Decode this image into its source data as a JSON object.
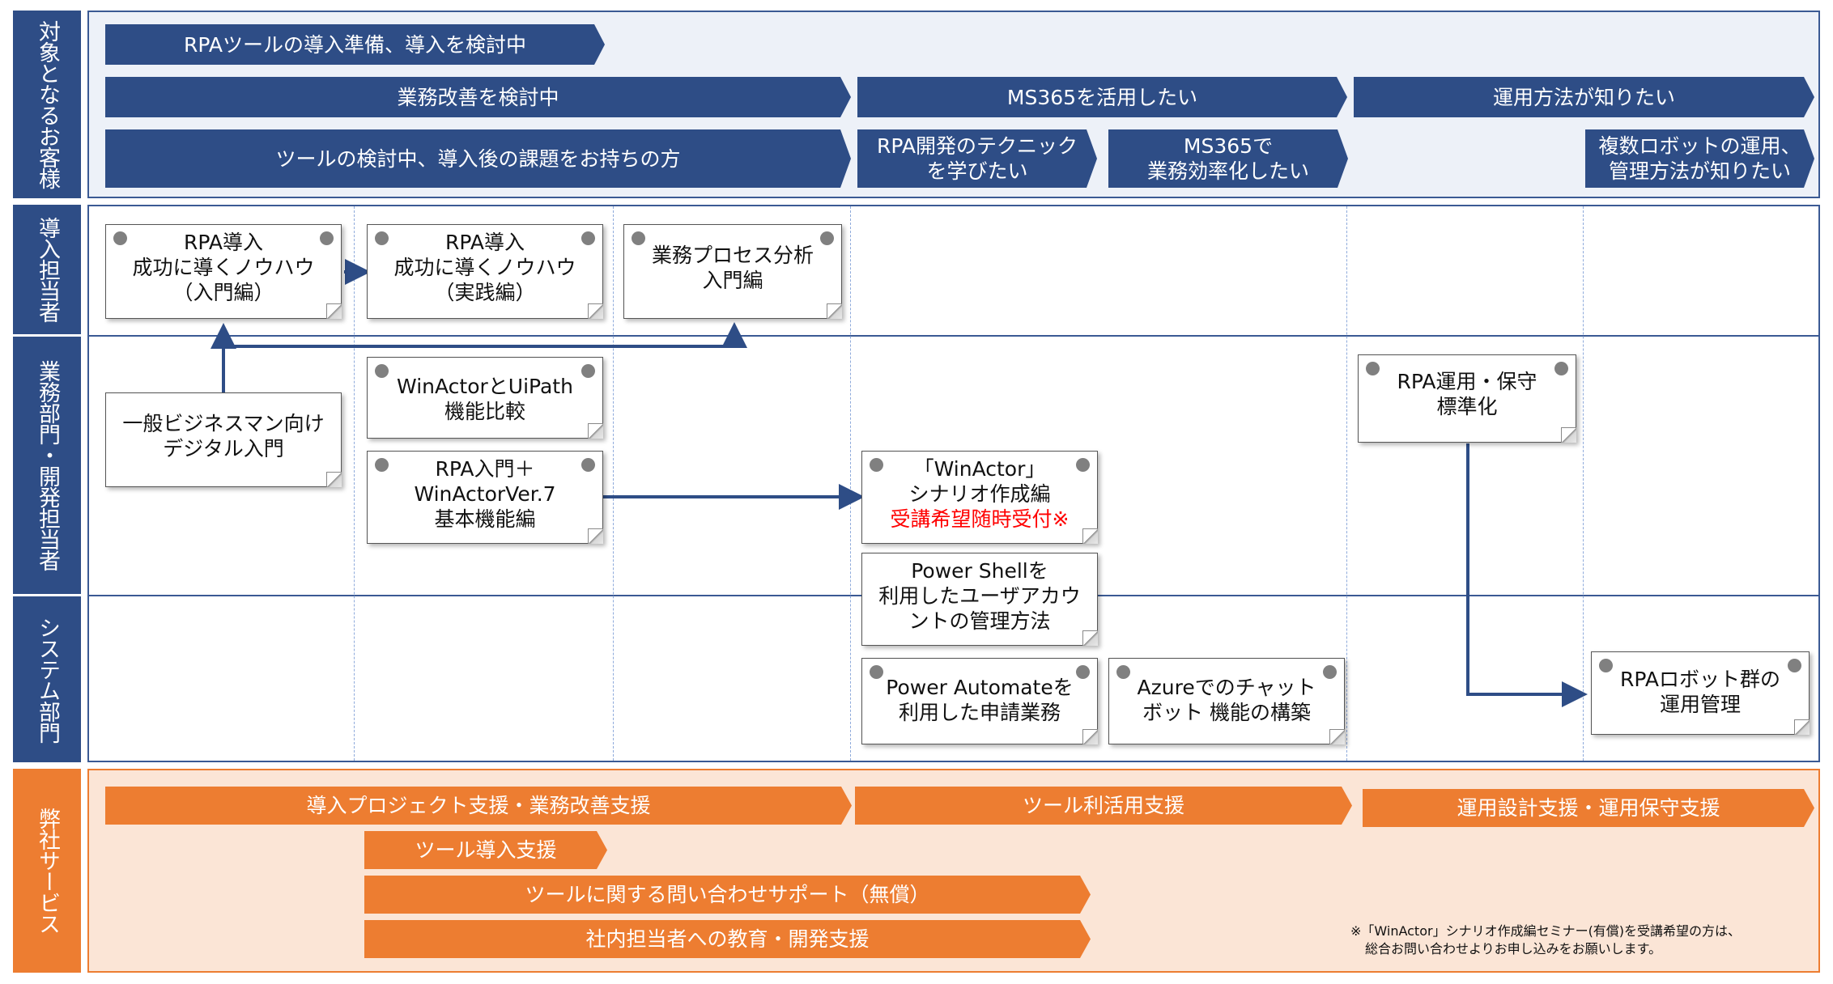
{
  "rows": {
    "target": "対象となるお客様",
    "intro": "導入担当者",
    "business": "業務部門・開発担当者",
    "system": "システム部門",
    "service": "弊社サービス"
  },
  "target_arrows": {
    "a1": "RPAツールの導入準備、導入を検討中",
    "a2": "業務改善を検討中",
    "a3": "MS365を活用したい",
    "a4": "運用方法が知りたい",
    "a5": "ツールの検討中、導入後の課題をお持ちの方",
    "a6_1": "RPA開発のテクニック",
    "a6_2": "を学びたい",
    "a7_1": "MS365で",
    "a7_2": "業務効率化したい",
    "a8_1": "複数ロボットの運用、",
    "a8_2": "管理方法が知りたい"
  },
  "cards": {
    "c1": [
      "RPA導入",
      "成功に導くノウハウ",
      "（入門編）"
    ],
    "c2": [
      "RPA導入",
      "成功に導くノウハウ",
      "（実践編）"
    ],
    "c3": [
      "業務プロセス分析",
      "入門編"
    ],
    "c4": [
      "一般ビジネスマン向け",
      "デジタル入門"
    ],
    "c5": [
      "WinActorとUiPath",
      "機能比較"
    ],
    "c6": [
      "RPA入門＋",
      "WinActorVer.7",
      "基本機能編"
    ],
    "c7": [
      "「WinActor」",
      "シナリオ作成編",
      "受講希望随時受付※"
    ],
    "c8": [
      "Power Shellを",
      "利用したユーザアカウ",
      "ントの管理方法"
    ],
    "c9": [
      "Power Automateを",
      "利用した申請業務"
    ],
    "c10": [
      "Azureでのチャット",
      "ボット 機能の構築"
    ],
    "c11": [
      "RPA運用・保守",
      "標準化"
    ],
    "c12": [
      "RPAロボット群の",
      "運用管理"
    ]
  },
  "service_arrows": {
    "s1": "導入プロジェクト支援・業務改善支援",
    "s2": "ツール利活用支援",
    "s3": "運用設計支援・運用保守支援",
    "s4": "ツール導入支援",
    "s5": "ツールに関する問い合わせサポート（無償）",
    "s6": "社内担当者への教育・開発支援"
  },
  "note": {
    "line1": "※「WinActor」シナリオ作成編セミナー(有償)を受講希望の方は、",
    "line2": "総合お問い合わせよりお申し込みをお願いします。"
  },
  "colors": {
    "navy": "#2e4d86",
    "orange": "#ed7d31",
    "light_blue": "#edf1f8",
    "light_orange": "#fbe5d6",
    "red": "#ff0000"
  }
}
